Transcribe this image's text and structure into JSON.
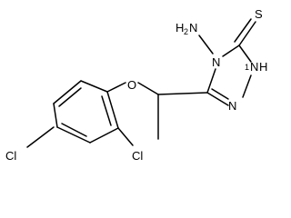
{
  "molecule": {
    "labels": {
      "amino_n": "N",
      "amino_h": "H",
      "amino_sub": "2",
      "ring_n4": "N",
      "ring_n2": "N",
      "ring_nh_h": "H",
      "ring_nh_n": "N",
      "ring_nh_prefix": "1",
      "thione_s": "S",
      "ether_o": "O",
      "cl_ortho": "Cl",
      "cl_para": "Cl"
    }
  }
}
